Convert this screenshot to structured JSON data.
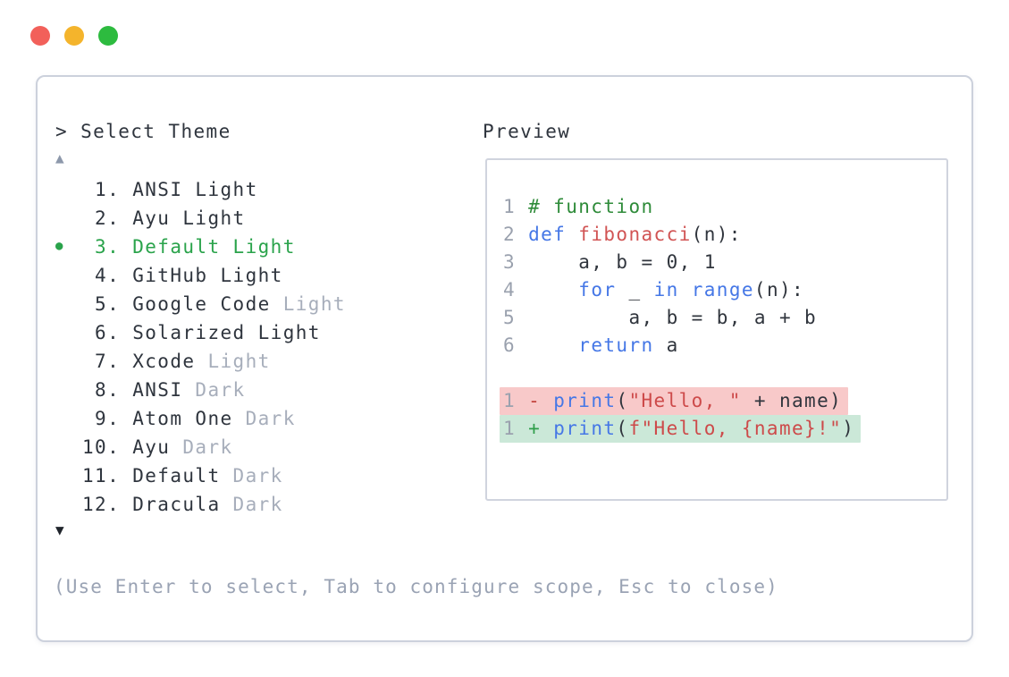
{
  "picker": {
    "prompt": ">",
    "title": "Select Theme",
    "scroll_up_icon": "▲",
    "scroll_down_icon": "▼",
    "selected_bullet_icon": "●",
    "items": [
      {
        "number": " 1.",
        "selected": false,
        "segments": [
          {
            "text": "ANSI Light",
            "muted": false
          }
        ]
      },
      {
        "number": " 2.",
        "selected": false,
        "segments": [
          {
            "text": "Ayu Light",
            "muted": false
          }
        ]
      },
      {
        "number": " 3.",
        "selected": true,
        "segments": [
          {
            "text": "Default Light",
            "muted": false
          }
        ]
      },
      {
        "number": " 4.",
        "selected": false,
        "segments": [
          {
            "text": "GitHub Light",
            "muted": false
          }
        ]
      },
      {
        "number": " 5.",
        "selected": false,
        "segments": [
          {
            "text": "Google Code ",
            "muted": false
          },
          {
            "text": "Light",
            "muted": true
          }
        ]
      },
      {
        "number": " 6.",
        "selected": false,
        "segments": [
          {
            "text": "Solarized Light",
            "muted": false
          }
        ]
      },
      {
        "number": " 7.",
        "selected": false,
        "segments": [
          {
            "text": "Xcode ",
            "muted": false
          },
          {
            "text": "Light",
            "muted": true
          }
        ]
      },
      {
        "number": " 8.",
        "selected": false,
        "segments": [
          {
            "text": "ANSI ",
            "muted": false
          },
          {
            "text": "Dark",
            "muted": true
          }
        ]
      },
      {
        "number": " 9.",
        "selected": false,
        "segments": [
          {
            "text": "Atom One ",
            "muted": false
          },
          {
            "text": "Dark",
            "muted": true
          }
        ]
      },
      {
        "number": "10.",
        "selected": false,
        "segments": [
          {
            "text": "Ayu ",
            "muted": false
          },
          {
            "text": "Dark",
            "muted": true
          }
        ]
      },
      {
        "number": "11.",
        "selected": false,
        "segments": [
          {
            "text": "Default ",
            "muted": false
          },
          {
            "text": "Dark",
            "muted": true
          }
        ]
      },
      {
        "number": "12.",
        "selected": false,
        "segments": [
          {
            "text": "Dracula ",
            "muted": false
          },
          {
            "text": "Dark",
            "muted": true
          }
        ]
      }
    ],
    "help_text": "(Use Enter to select, Tab to configure scope, Esc to close)"
  },
  "preview": {
    "label": "Preview",
    "lines": [
      {
        "num": "1",
        "diff": null,
        "tokens": [
          [
            "# function",
            "c"
          ]
        ]
      },
      {
        "num": "2",
        "diff": null,
        "tokens": [
          [
            "def",
            "k"
          ],
          [
            " ",
            "p"
          ],
          [
            "fibonacci",
            "f"
          ],
          [
            "(n):",
            "p"
          ]
        ]
      },
      {
        "num": "3",
        "diff": null,
        "tokens": [
          [
            "    a, b = 0, 1",
            "p"
          ]
        ]
      },
      {
        "num": "4",
        "diff": null,
        "tokens": [
          [
            "    ",
            "p"
          ],
          [
            "for",
            "k"
          ],
          [
            " _ ",
            "p"
          ],
          [
            "in",
            "k"
          ],
          [
            " ",
            "p"
          ],
          [
            "range",
            "k"
          ],
          [
            "(n):",
            "p"
          ]
        ]
      },
      {
        "num": "5",
        "diff": null,
        "tokens": [
          [
            "        a, b = b, a + b",
            "p"
          ]
        ]
      },
      {
        "num": "6",
        "diff": null,
        "tokens": [
          [
            "    ",
            "p"
          ],
          [
            "return",
            "k"
          ],
          [
            " a",
            "p"
          ]
        ]
      },
      {
        "num": "",
        "diff": null,
        "tokens": []
      },
      {
        "num": "1",
        "diff": "del",
        "tokens": [
          [
            "- ",
            "dm"
          ],
          [
            "print",
            "k"
          ],
          [
            "(",
            "p"
          ],
          [
            "\"Hello, \"",
            "s"
          ],
          [
            " + name)",
            "p"
          ]
        ]
      },
      {
        "num": "1",
        "diff": "add",
        "tokens": [
          [
            "+ ",
            "am"
          ],
          [
            "print",
            "k"
          ],
          [
            "(",
            "p"
          ],
          [
            "f\"Hello, {name}!\"",
            "s"
          ],
          [
            ")",
            "p"
          ]
        ]
      }
    ]
  },
  "colors": {
    "text_dark": "#2f353e",
    "text_muted": "#a7aebb",
    "help_gray": "#9aa3b4",
    "selected_green": "#2aa34b",
    "scroll_up_gray": "#8d98ab",
    "scroll_down_dark": "#20252c",
    "window_border": "#ccd1dc",
    "panel_border": "#d0d4de",
    "keyword_blue": "#4577e6",
    "function_red": "#d15454",
    "string_red": "#cd4a4a",
    "comment_green": "#2e8b39",
    "code_plain": "#30353d",
    "line_number_gray": "#9aa1ae",
    "diff_removed_bg": "#f8c9c9",
    "diff_added_bg": "#cbe8d8",
    "diff_removed_sign": "#c2403a",
    "diff_added_sign": "#2e9e4a",
    "traffic_red": "#f2605a",
    "traffic_yellow": "#f4b42c",
    "traffic_green": "#2dbb3f"
  }
}
